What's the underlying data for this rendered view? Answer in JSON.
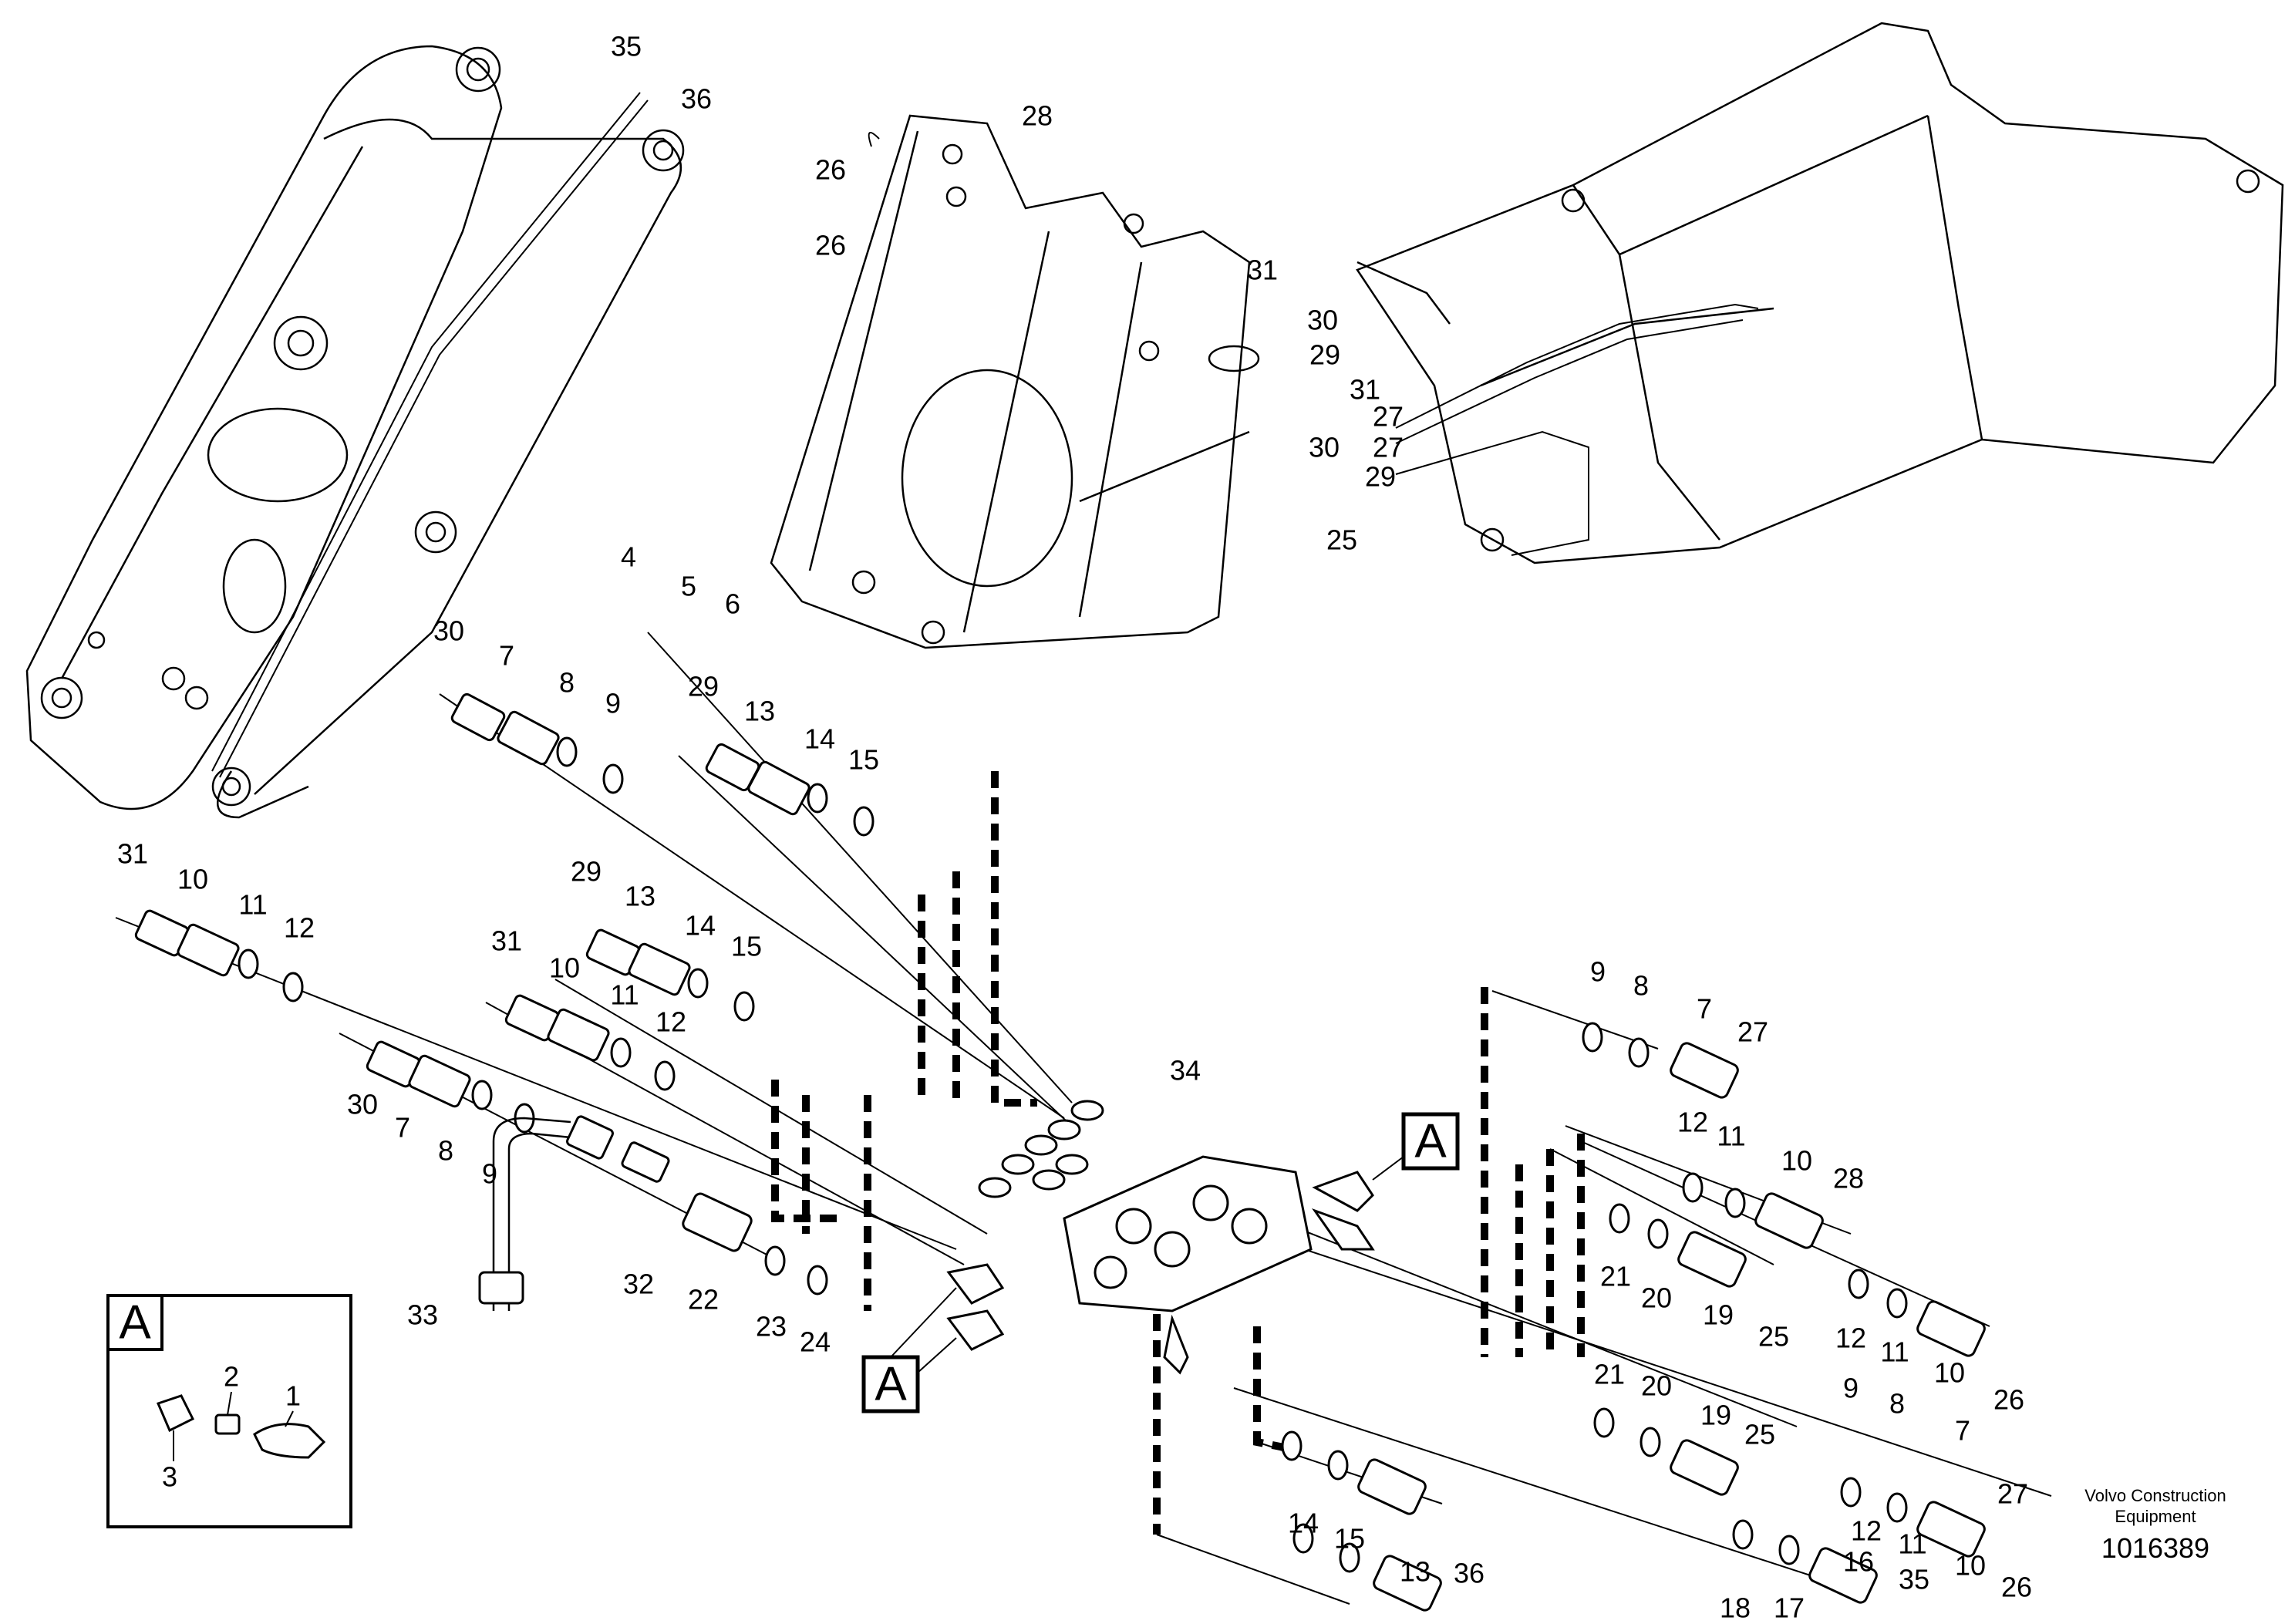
{
  "brand": {
    "line1": "Volvo Construction",
    "line2": "Equipment",
    "doc_number": "1016389"
  },
  "detail_callout": "A",
  "detail_box": {
    "title": "A",
    "parts": [
      "1",
      "2",
      "3"
    ]
  },
  "part_labels": [
    "35",
    "36",
    "28",
    "26",
    "26",
    "31",
    "30",
    "29",
    "31",
    "30",
    "25",
    "27",
    "27",
    "29",
    "4",
    "5",
    "6",
    "30",
    "7",
    "8",
    "9",
    "29",
    "13",
    "14",
    "15",
    "31",
    "10",
    "11",
    "12",
    "29",
    "13",
    "14",
    "15",
    "31",
    "10",
    "11",
    "12",
    "30",
    "7",
    "8",
    "9",
    "34",
    "32",
    "22",
    "23",
    "24",
    "33",
    "9",
    "8",
    "7",
    "27",
    "12",
    "11",
    "10",
    "28",
    "21",
    "20",
    "19",
    "25",
    "12",
    "11",
    "10",
    "26",
    "21",
    "20",
    "19",
    "25",
    "12",
    "11",
    "10",
    "26",
    "9",
    "8",
    "7",
    "27",
    "14",
    "15",
    "13",
    "36",
    "16",
    "35",
    "18",
    "17"
  ]
}
